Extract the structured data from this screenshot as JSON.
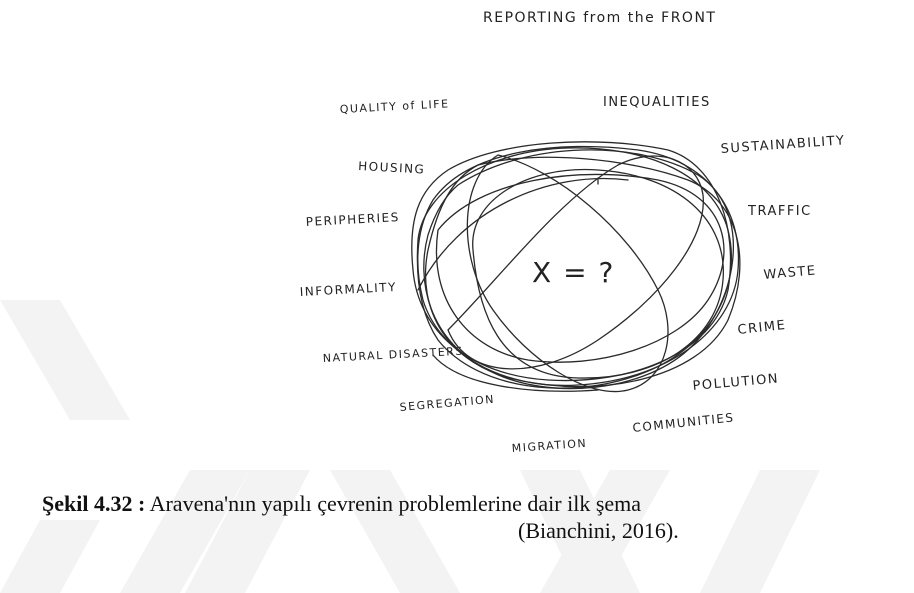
{
  "figure": {
    "heading": "REPORTING from the FRONT",
    "center_formula": "X = ?",
    "labels": {
      "quality_of_life": "QUALITY of LIFE",
      "inequalities": "INEQUALITIES",
      "sustainability": "SUSTAINABILITY",
      "housing": "HOUSING",
      "traffic": "TRAFFIC",
      "peripheries": "PERIPHERIES",
      "waste": "WASTE",
      "informality": "INFORMALITY",
      "crime": "CRIME",
      "natural_disasters": "NATURAL DISASTERS",
      "pollution": "POLLUTION",
      "segregation": "SEGREGATION",
      "communities": "COMMUNITIES",
      "migration": "MIGRATION"
    }
  },
  "caption": {
    "label": "Şekil 4.32 :",
    "text": "Aravena'nın yapılı çevrenin problemlerine dair ilk şema",
    "source": "(Bianchini, 2016)."
  },
  "colors": {
    "ink": "#222222",
    "watermark": "#f4f4f4"
  }
}
